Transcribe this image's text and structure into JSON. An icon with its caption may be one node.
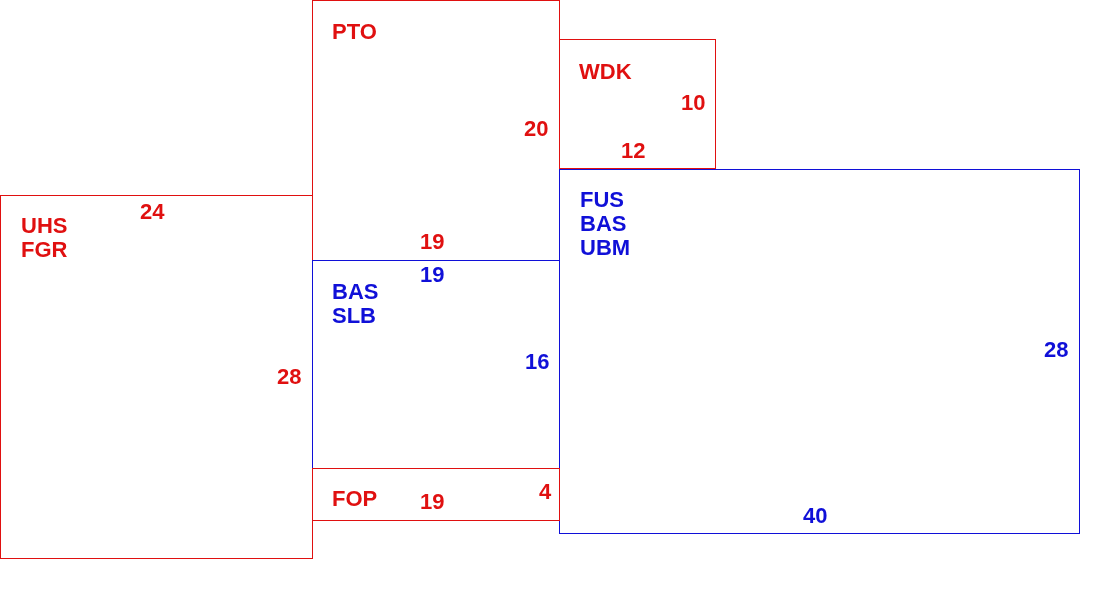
{
  "diagram": {
    "nodes": [
      {
        "text": [
          "UHS FGR",
          "24",
          "28"
        ]
      },
      {
        "text": [
          "PTO",
          "20",
          "19"
        ]
      },
      {
        "text": [
          "WDK",
          "10",
          "12"
        ]
      },
      {
        "text": [
          "FUS BAS UBM",
          "28",
          "40"
        ]
      },
      {
        "text": [
          "BAS SLB",
          "19",
          "16"
        ]
      },
      {
        "text": [
          "FOP",
          "19",
          "4"
        ]
      }
    ]
  }
}
